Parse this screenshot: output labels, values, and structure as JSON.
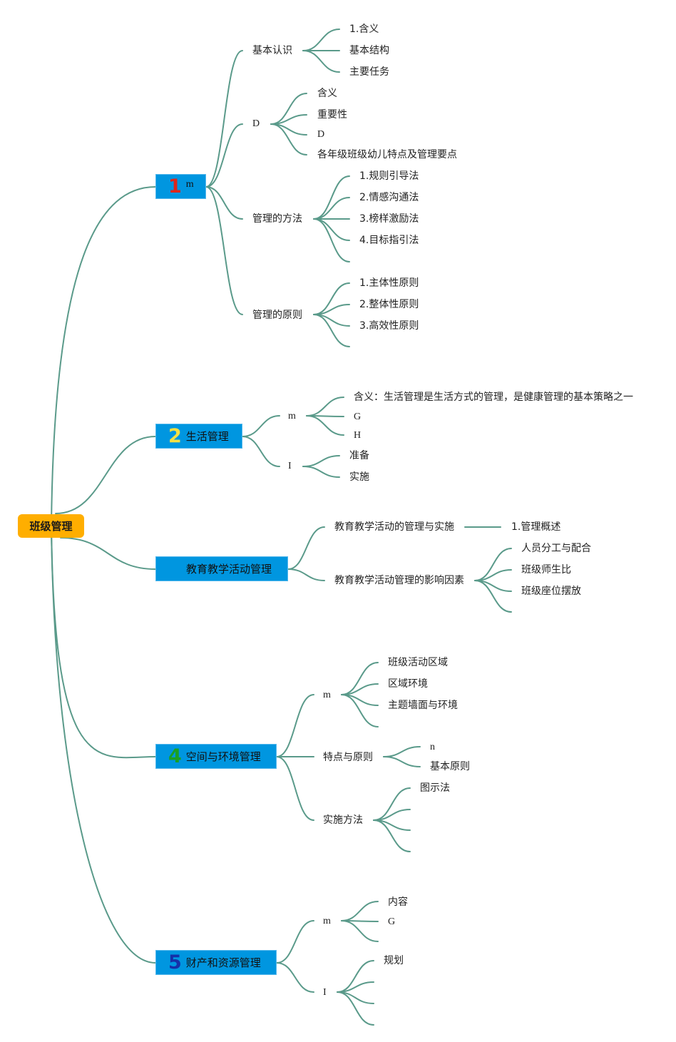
{
  "root": {
    "label": "班级管理"
  },
  "branch1": {
    "number": "1",
    "label": "m",
    "number_color": "#e0261a"
  },
  "branch2": {
    "number": "2",
    "label": "生活管理",
    "number_color": "#f5e044"
  },
  "branch3": {
    "label": "教育教学活动管理"
  },
  "branch4": {
    "number": "4",
    "label": "空间与环境管理",
    "number_color": "#1aa023"
  },
  "branch5": {
    "number": "5",
    "label": "财产和资源管理",
    "number_color": "#1530a8"
  },
  "b1": {
    "basic": {
      "label": "基本认识",
      "items": [
        "1.含义",
        "基本结构",
        "主要任务"
      ]
    },
    "d": {
      "label": "D",
      "items": [
        "含义",
        "重要性",
        "D",
        "各年级班级幼儿特点及管理要点"
      ]
    },
    "methods": {
      "label": "管理的方法",
      "items": [
        "1.规则引导法",
        "2.情感沟通法",
        "3.榜样激励法",
        "4.目标指引法"
      ]
    },
    "principles": {
      "label": "管理的原则",
      "items": [
        "1.主体性原则",
        "2.整体性原则",
        "3.高效性原则"
      ]
    }
  },
  "b2": {
    "m": {
      "label": "m",
      "items": [
        "含义：生活管理是生活方式的管理，是健康管理的基本策略之一",
        "G",
        "H"
      ]
    },
    "i": {
      "label": "I",
      "items": [
        "准备",
        "实施"
      ]
    }
  },
  "b3": {
    "mgmt": {
      "label": "教育教学活动的管理与实施",
      "items": [
        "1.管理概述"
      ]
    },
    "factors": {
      "label": "教育教学活动管理的影响因素",
      "items": [
        "人员分工与配合",
        "班级师生比",
        "班级座位摆放"
      ]
    }
  },
  "b4": {
    "m": {
      "label": "m",
      "items": [
        "班级活动区域",
        "区域环境",
        "主题墙面与环境"
      ]
    },
    "features": {
      "label": "特点与原则",
      "items": [
        "n",
        "基本原则"
      ]
    },
    "impl": {
      "label": "实施方法",
      "items": [
        "图示法"
      ]
    }
  },
  "b5": {
    "m": {
      "label": "m",
      "items": [
        "内容",
        "G"
      ]
    },
    "i": {
      "label": "I",
      "items": [
        "规划"
      ]
    }
  },
  "colors": {
    "line": "#5a9a8a",
    "root_fill": "#ffae00",
    "branch_fill": "#0096e0",
    "text": "#222222"
  }
}
